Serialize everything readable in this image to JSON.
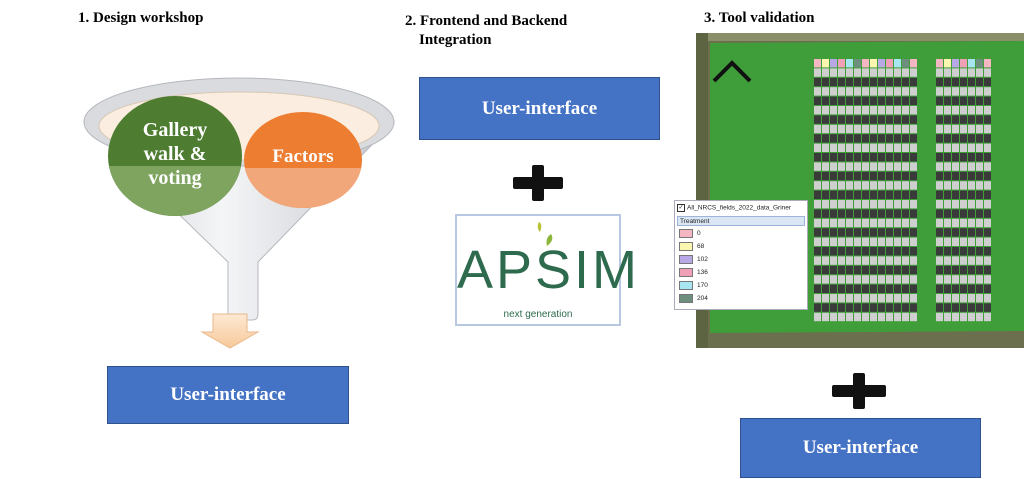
{
  "steps": [
    {
      "title": "1. Design workshop"
    },
    {
      "title_line1": "2. Frontend and Backend",
      "title_line2": "Integration"
    },
    {
      "title": "3. Tool validation"
    }
  ],
  "workshop": {
    "circle_left": {
      "line1": "Gallery",
      "line2": "walk &",
      "line3": "voting",
      "color": "#4e7d32"
    },
    "circle_right": {
      "label": "Factors",
      "color": "#ed7d31"
    },
    "ui_label": "User-interface"
  },
  "integration": {
    "ui_label": "User-interface",
    "apsim": {
      "name": "APSIM",
      "subtitle": "next generation"
    }
  },
  "validation": {
    "layer_name": "All_NRCS_fields_2022_data_Griner",
    "legend_title": "Treatment",
    "legend_items": [
      {
        "label": "0",
        "color": "#f4b6c2"
      },
      {
        "label": "68",
        "color": "#fbf7b0"
      },
      {
        "label": "102",
        "color": "#b9a8e6"
      },
      {
        "label": "136",
        "color": "#ef9fb6"
      },
      {
        "label": "170",
        "color": "#a7e6f0"
      },
      {
        "label": "204",
        "color": "#6f8f7e"
      }
    ],
    "ui_label": "User-interface"
  },
  "colors": {
    "ui_box": "#4472c4",
    "field_green": "#3f9d3a"
  }
}
